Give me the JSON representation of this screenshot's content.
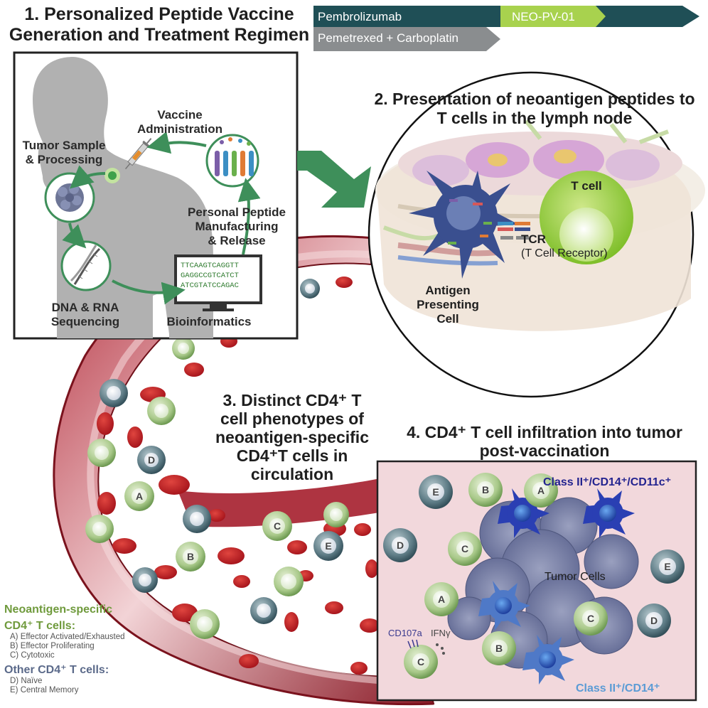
{
  "timeline": {
    "bar1": "Pembrolizumab",
    "bar2": "NEO-PV-01",
    "bar3": "Pemetrexed + Carboplatin",
    "colors": {
      "dark": "#1f4f56",
      "green": "#a8d24e",
      "gray": "#8a8d8f"
    }
  },
  "panel1": {
    "title": "1. Personalized Peptide Vaccine Generation and Treatment Regimen",
    "steps": {
      "vaccine_admin": "Vaccine\nAdministration",
      "tumor_sample": "Tumor Sample\n& Processing",
      "manufacturing": "Personal Peptide\nManufacturing\n& Release",
      "dna_rna": "DNA & RNA\nSequencing",
      "bioinformatics": "Bioinformatics"
    },
    "sequences": [
      "TTCAAGTCAGGTT",
      "GAGGCCGTCATCT",
      "ATCGTATCCAGAC"
    ]
  },
  "panel2": {
    "title": "2. Presentation of neoantigen peptides to T  cells in the lymph node",
    "t_cell": "T cell",
    "tcr": "TCR",
    "tcr_full": "(T Cell Receptor)",
    "apc": "Antigen\nPresenting\nCell"
  },
  "panel3": {
    "title": "3. Distinct CD4⁺ T cell phenotypes of neoantigen-specific CD4⁺T cells in circulation"
  },
  "panel4": {
    "title": "4. CD4⁺ T cell infiltration into tumor post-vaccination",
    "class_ii_cd14_cd11c": "Class II⁺/CD14⁺/CD11c⁺",
    "class_ii_cd14": "Class II⁺/CD14⁺",
    "tumor_cells": "Tumor Cells",
    "cd107a": "CD107a",
    "ifng": "IFNγ"
  },
  "legend": {
    "neo_title_1": "Neoantigen-specific",
    "neo_title_2": "CD4⁺ T cells:",
    "neo_items": [
      "A) Effector Activated/Exhausted",
      "B) Effector Proliferating",
      "C) Cytotoxic"
    ],
    "other_title": "Other CD4⁺ T cells:",
    "other_items": [
      "D) Naïve",
      "E) Central Memory"
    ]
  },
  "cell_letters": {
    "A": "A",
    "B": "B",
    "C": "C",
    "D": "D",
    "E": "E"
  },
  "colors": {
    "green_text": "#6f9a3c",
    "slate_text": "#5b6a8a",
    "navy_text": "#23238f",
    "lightblue_text": "#5b9bd5",
    "vessel": "#9b2230",
    "tumor_bg": "#f2d8dc"
  }
}
